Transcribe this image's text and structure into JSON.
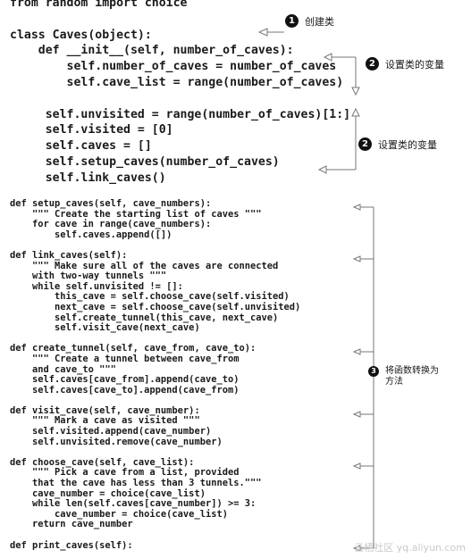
{
  "code_top": [
    "from random import choice",
    "",
    "class Caves(object):",
    "    def __init__(self, number_of_caves):",
    "        self.number_of_caves = number_of_caves",
    "        self.cave_list = range(number_of_caves)",
    "",
    "     self.unvisited = range(number_of_caves)[1:]",
    "     self.visited = [0]",
    "     self.caves = []",
    "     self.setup_caves(number_of_caves)",
    "     self.link_caves()"
  ],
  "code_bottom": [
    "def setup_caves(self, cave_numbers):",
    "    \"\"\" Create the starting list of caves \"\"\"",
    "    for cave in range(cave_numbers):",
    "        self.caves.append([])",
    "",
    "def link_caves(self):",
    "    \"\"\" Make sure all of the caves are connected",
    "    with two-way tunnels \"\"\"",
    "    while self.unvisited != []:",
    "        this_cave = self.choose_cave(self.visited)",
    "        next_cave = self.choose_cave(self.unvisited)",
    "        self.create_tunnel(this_cave, next_cave)",
    "        self.visit_cave(next_cave)",
    "",
    "def create_tunnel(self, cave_from, cave_to):",
    "    \"\"\" Create a tunnel between cave_from",
    "    and cave_to \"\"\"",
    "    self.caves[cave_from].append(cave_to)",
    "    self.caves[cave_to].append(cave_from)",
    "",
    "def visit_cave(self, cave_number):",
    "    \"\"\" Mark a cave as visited \"\"\"",
    "    self.visited.append(cave_number)",
    "    self.unvisited.remove(cave_number)",
    "",
    "def choose_cave(self, cave_list):",
    "    \"\"\" Pick a cave from a list, provided",
    "    that the cave has less than 3 tunnels.\"\"\"",
    "    cave_number = choice(cave_list)",
    "    while len(self.caves[cave_number]) >= 3:",
    "        cave_number = choice(cave_list)",
    "    return cave_number",
    "",
    "def print_caves(self):"
  ],
  "annotations": [
    {
      "badge": "1",
      "text": "创建类"
    },
    {
      "badge": "2",
      "text": "设置类的变量"
    },
    {
      "badge": "2",
      "text": "设置类的变量"
    },
    {
      "badge": "3",
      "text": "将函数转换为",
      "text2": "方法"
    }
  ],
  "watermark": "云栖社区 yq.aliyun.com"
}
